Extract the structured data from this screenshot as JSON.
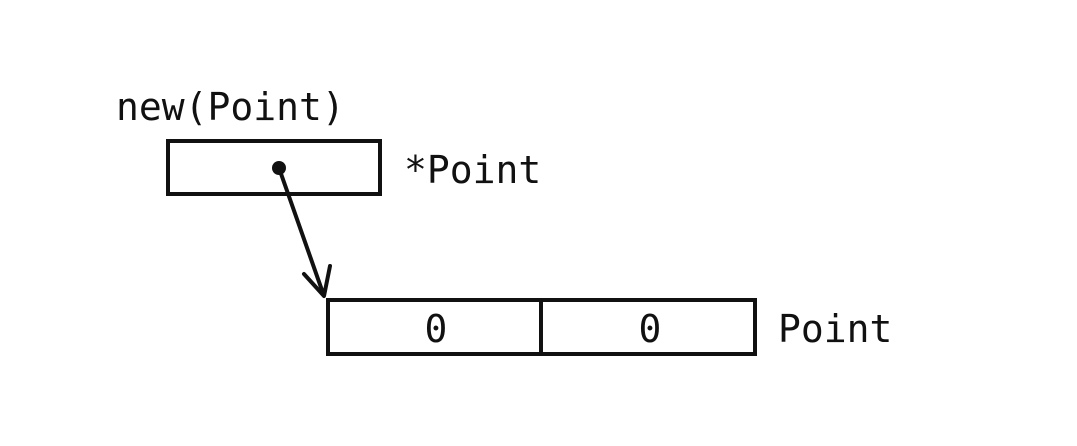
{
  "diagram": {
    "expression_label": "new(Point)",
    "pointer_type_label": "*Point",
    "struct_type_label": "Point",
    "fields": [
      "0",
      "0"
    ]
  }
}
